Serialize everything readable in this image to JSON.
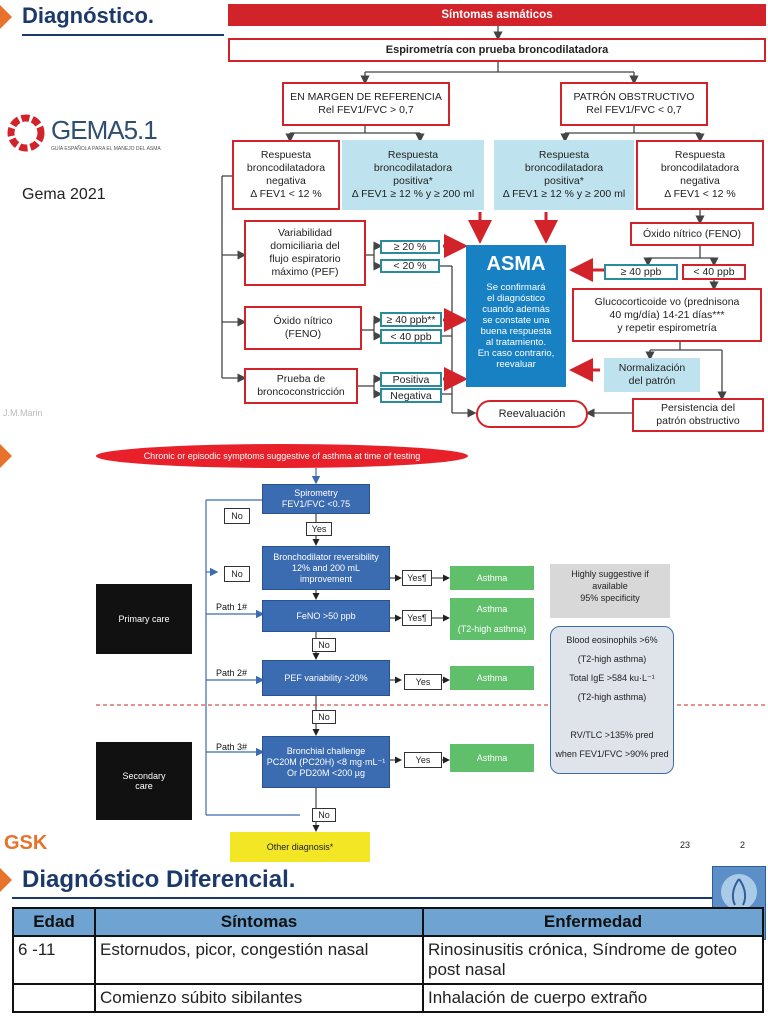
{
  "header": {
    "title": "Diagnóstico."
  },
  "gema": {
    "logo_text": "GEMA5.1",
    "logo_sub": "GUÍA ESPAÑOLA PARA EL MANEJO DEL ASMA",
    "year_label": "Gema 2021"
  },
  "watermark": "J.M.Marin",
  "flow1": {
    "top": "Síntomas asmáticos",
    "spiro": "Espirometría con prueba broncodilatadora",
    "left_branch": "EN MARGEN DE REFERENCIA\nRel FEV1/FVC > 0,7",
    "right_branch": "PATRÓN OBSTRUCTIVO\nRel FEV1/FVC < 0,7",
    "resp_neg_left": "Respuesta\nbroncodilatadora\nnegativa\nΔ FEV1 < 12 %",
    "resp_pos_left": "Respuesta\nbroncodilatadora\npositiva*\nΔ FEV1 ≥ 12 % y ≥ 200 ml",
    "resp_pos_right": "Respuesta\nbroncodilatadora\npositiva*\nΔ FEV1 ≥ 12 % y ≥ 200 ml",
    "resp_neg_right": "Respuesta\nbroncodilatadora\nnegativa\nΔ FEV1 < 12 %",
    "variab": "Variabilidad\ndomiciliaria del\nflujo espiratorio\nmáximo (PEF)",
    "var_hi": "≥ 20 %",
    "var_lo": "< 20 %",
    "oxido_left": "Óxido nítrico\n(FENO)",
    "ox_hi": "≥ 40 ppb**",
    "ox_lo": "< 40 ppb",
    "bronco": "Prueba de\nbroncoconstricción",
    "br_pos": "Positiva",
    "br_neg": "Negativa",
    "asma_title": "ASMA",
    "asma_text": "Se confirmará\nel diagnóstico\ncuando además\nse constate una\nbuena respuesta\nal tratamiento.\nEn caso contrario,\nreevaluar",
    "oxido_right": "Óxido nítrico (FENO)",
    "r_hi": "≥ 40 ppb",
    "r_lo": "< 40 ppb",
    "gluco": "Glucocorticoide vo (prednisona\n40 mg/día) 14-21 días***\ny repetir espirometría",
    "normal": "Normalización\ndel patrón",
    "reeval": "Reevaluación",
    "persist": "Persistencia del\npatrón obstructivo"
  },
  "flow2": {
    "banner": "Chronic or episodic symptoms suggestive of asthma at time of testing",
    "spiro": "Spirometry\nFEV1/FVC <0.75",
    "no1": "No",
    "yes1": "Yes",
    "bronch": "Bronchodilator reversibility\n12% and 200 mL\nimprovement",
    "no2": "No",
    "yes2": "Yes¶",
    "asthma1": "Asthma",
    "highly": "Highly suggestive if\navailable\n95% specificity",
    "primary": "Primary care",
    "path1": "Path 1#",
    "feno": "FeNO >50 ppb",
    "yes3": "Yes¶",
    "asthma2": "Asthma\n\n(T2-high asthma)",
    "no3": "No",
    "blood": "Blood eosinophils >6%\n(T2-high asthma)\nTotal IgE >584 ku·L⁻¹\n(T2-high asthma)\n\nRV/TLC >135% pred\nwhen FEV1/FVC >90% pred",
    "path2": "Path 2#",
    "pef": "PEF variability >20%",
    "yes4": "Yes",
    "asthma3": "Asthma",
    "no4": "No",
    "secondary": "Secondary\ncare",
    "path3": "Path 3#",
    "challenge": "Bronchial challenge\nPC20M (PC20H) <8 mg·mL⁻¹\nOr PD20M <200 µg",
    "yes5": "Yes",
    "asthma4": "Asthma",
    "no5": "No",
    "other": "Other diagnosis*",
    "gsk": "GSK",
    "page_num": "2",
    "page_frag": "23"
  },
  "section2": {
    "title": "Diagnóstico Diferencial.",
    "headers": [
      "Edad",
      "Síntomas",
      "Enfermedad"
    ],
    "rows": [
      [
        "6 -11",
        "Estornudos, picor, congestión nasal",
        "Rinosinusitis crónica, Síndrome de goteo post nasal"
      ],
      [
        "",
        "Comienzo súbito sibilantes",
        "Inhalación de cuerpo extraño"
      ]
    ]
  },
  "colors": {
    "red": "#d2232a",
    "blue": "#1781c4",
    "navy": "#1b3a6b",
    "orange": "#e8722c"
  }
}
